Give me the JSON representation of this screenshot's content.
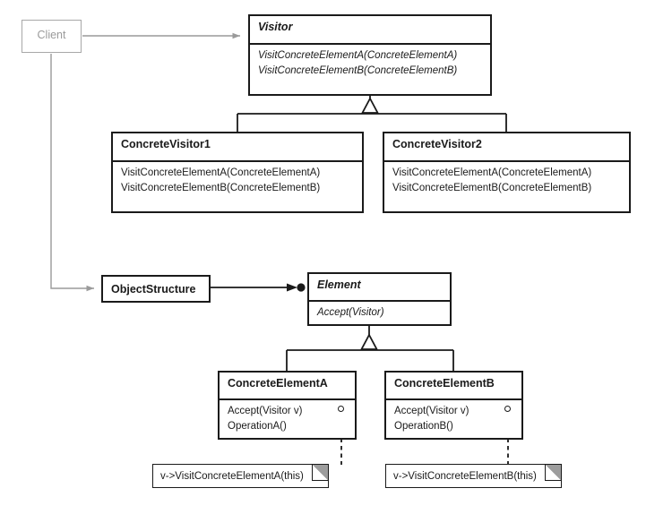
{
  "diagram": {
    "title": "Visitor design pattern class diagram",
    "colors": {
      "ink": "#1a1a1a",
      "muted": "#9a9a9a",
      "fold": "#9d9d9d",
      "paper": "#ffffff"
    }
  },
  "classes": {
    "client": {
      "name": "Client",
      "stereotype": "",
      "members": []
    },
    "visitor": {
      "name": "Visitor",
      "abstract": true,
      "members": [
        "VisitConcreteElementA(ConcreteElementA)",
        "VisitConcreteElementB(ConcreteElementB)"
      ]
    },
    "concrete_visitor_1": {
      "name": "ConcreteVisitor1",
      "abstract": false,
      "members": [
        "VisitConcreteElementA(ConcreteElementA)",
        "VisitConcreteElementB(ConcreteElementB)"
      ]
    },
    "concrete_visitor_2": {
      "name": "ConcreteVisitor2",
      "abstract": false,
      "members": [
        "VisitConcreteElementA(ConcreteElementA)",
        "VisitConcreteElementB(ConcreteElementB)"
      ]
    },
    "object_structure": {
      "name": "ObjectStructure",
      "abstract": false,
      "members": []
    },
    "element": {
      "name": "Element",
      "abstract": true,
      "members": [
        "Accept(Visitor)"
      ]
    },
    "concrete_element_a": {
      "name": "ConcreteElementA",
      "abstract": false,
      "members": [
        "Accept(Visitor v)",
        "OperationA()"
      ]
    },
    "concrete_element_b": {
      "name": "ConcreteElementB",
      "abstract": false,
      "members": [
        "Accept(Visitor v)",
        "OperationB()"
      ]
    }
  },
  "notes": [
    {
      "id": "note-a",
      "text": "v->VisitConcreteElementA(this)"
    },
    {
      "id": "note-b",
      "text": "v->VisitConcreteElementB(this)"
    }
  ],
  "relationships": [
    {
      "from": "Client",
      "to": "Visitor",
      "type": "association-arrow"
    },
    {
      "from": "Client",
      "to": "ObjectStructure",
      "type": "association-arrow"
    },
    {
      "from": "ConcreteVisitor1",
      "to": "Visitor",
      "type": "generalization"
    },
    {
      "from": "ConcreteVisitor2",
      "to": "Visitor",
      "type": "generalization"
    },
    {
      "from": "ObjectStructure",
      "to": "Element",
      "type": "aggregation-many"
    },
    {
      "from": "ConcreteElementA",
      "to": "Element",
      "type": "generalization"
    },
    {
      "from": "ConcreteElementB",
      "to": "Element",
      "type": "generalization"
    },
    {
      "from": "ConcreteElementA.Accept",
      "to": "note-a",
      "type": "note-anchor"
    },
    {
      "from": "ConcreteElementB.Accept",
      "to": "note-b",
      "type": "note-anchor"
    }
  ]
}
